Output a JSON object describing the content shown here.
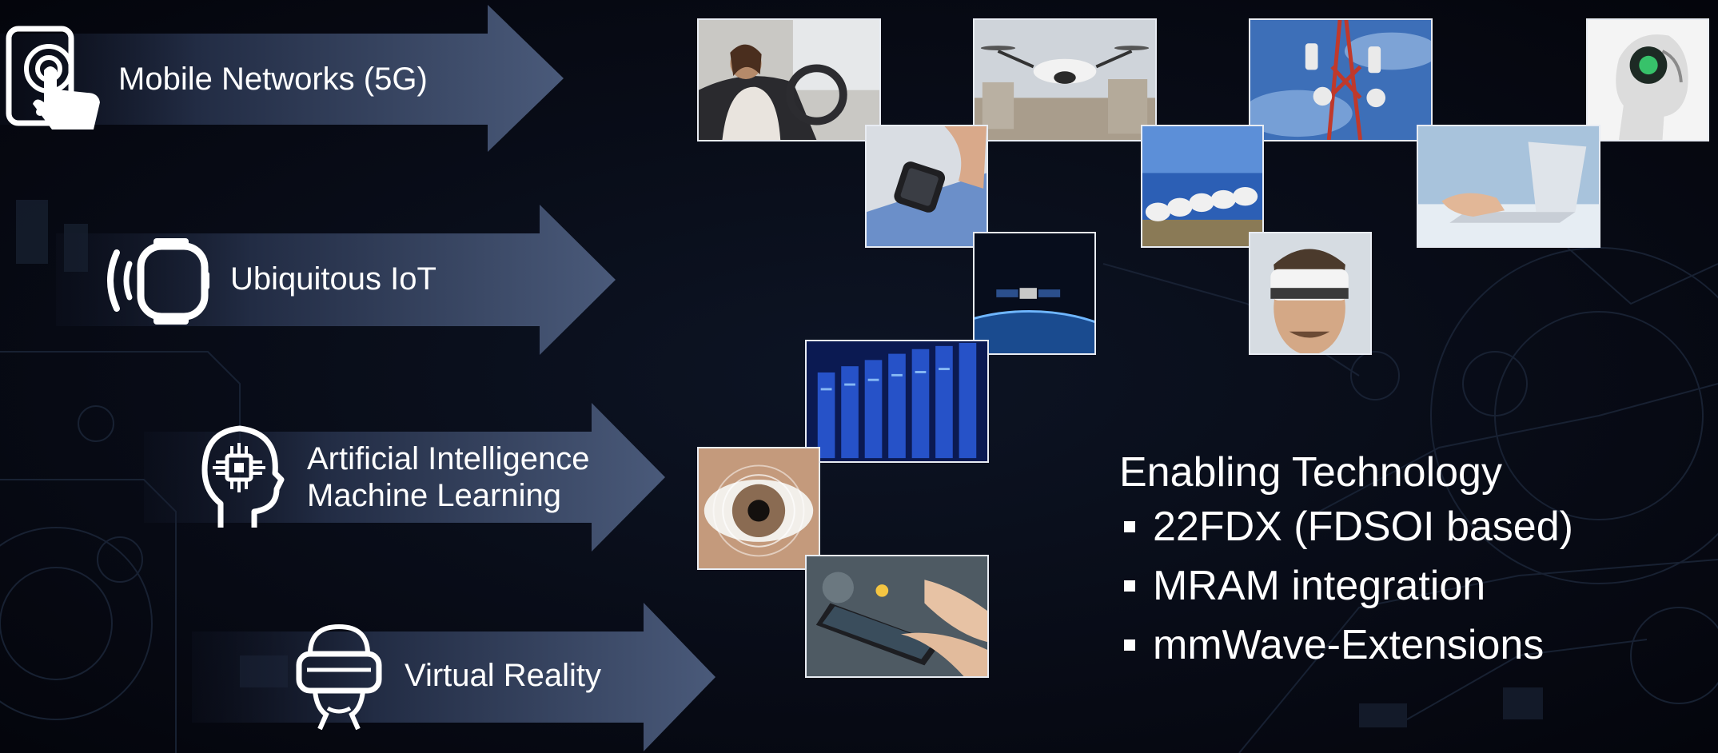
{
  "arrows": [
    {
      "label_lines": [
        "Mobile Networks (5G)"
      ],
      "icon": "touch-phone-icon"
    },
    {
      "label_lines": [
        "Ubiquitous IoT"
      ],
      "icon": "smartwatch-signal-icon"
    },
    {
      "label_lines": [
        "Artificial Intelligence",
        "Machine Learning"
      ],
      "icon": "ai-head-icon"
    },
    {
      "label_lines": [
        "Virtual Reality"
      ],
      "icon": "vr-headset-icon"
    }
  ],
  "images": [
    {
      "name": "woman-in-car-image",
      "subject": "woman driving a car"
    },
    {
      "name": "drone-image",
      "subject": "camera drone in a city"
    },
    {
      "name": "cell-tower-image",
      "subject": "telecommunication tower"
    },
    {
      "name": "robot-head-image",
      "subject": "humanoid robot head"
    },
    {
      "name": "smartwatch-image",
      "subject": "hand using a smartwatch"
    },
    {
      "name": "satellite-dishes-image",
      "subject": "array of satellite dishes"
    },
    {
      "name": "laptop-image",
      "subject": "hands typing on a laptop"
    },
    {
      "name": "satellite-orbit-image",
      "subject": "satellite orbiting earth"
    },
    {
      "name": "vr-man-image",
      "subject": "man wearing a VR headset"
    },
    {
      "name": "server-racks-image",
      "subject": "data center server racks"
    },
    {
      "name": "eye-scan-image",
      "subject": "eye iris scan"
    },
    {
      "name": "tablet-touch-image",
      "subject": "fingers touching a tablet"
    }
  ],
  "panel": {
    "title": "Enabling Technology",
    "bullets": [
      "22FDX (FDSOI based)",
      "MRAM integration",
      "mmWave-Extensions"
    ]
  },
  "colors": {
    "background": "#05060e",
    "arrow_light": "#4a5a7a",
    "arrow_dark": "#141a2c",
    "text": "#ffffff"
  }
}
